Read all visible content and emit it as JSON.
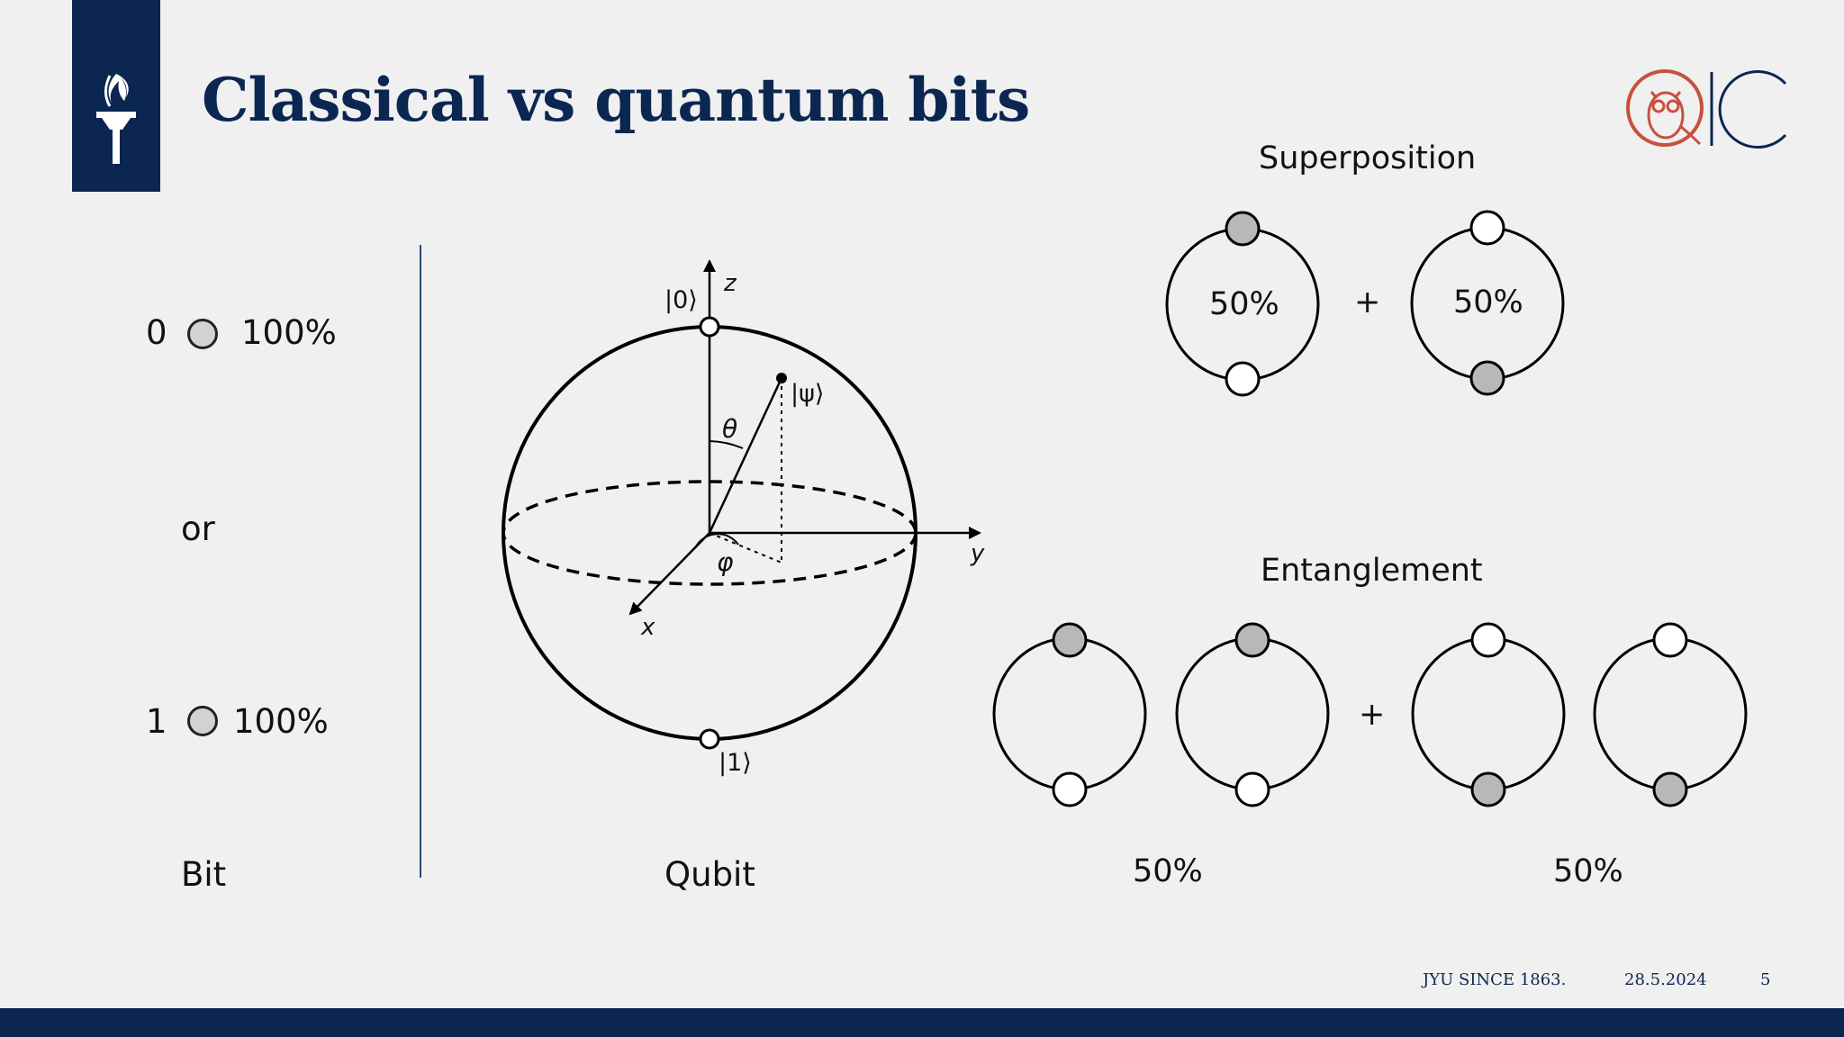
{
  "slide": {
    "title": "Classical vs quantum bits"
  },
  "bit": {
    "state0_label": "0",
    "state0_percent": "100%",
    "or_label": "or",
    "state1_label": "1",
    "state1_percent": "100%",
    "caption": "Bit"
  },
  "qubit": {
    "ket0": "|0⟩",
    "ket1": "|1⟩",
    "psi": "|ψ⟩",
    "theta": "θ",
    "phi": "φ",
    "axis_x": "x",
    "axis_y": "y",
    "axis_z": "z",
    "caption": "Qubit"
  },
  "superposition": {
    "title": "Superposition",
    "left_percent": "50%",
    "plus": "+",
    "right_percent": "50%"
  },
  "entanglement": {
    "title": "Entanglement",
    "plus": "+",
    "left_percent": "50%",
    "right_percent": "50%"
  },
  "footer": {
    "org": "JYU SINCE 1863.",
    "date": "28.5.2024",
    "page": "5"
  },
  "colors": {
    "navy": "#0b2651",
    "accent": "#c8503f",
    "filled_node": "#b8b8b8",
    "empty_node": "#ffffff"
  }
}
